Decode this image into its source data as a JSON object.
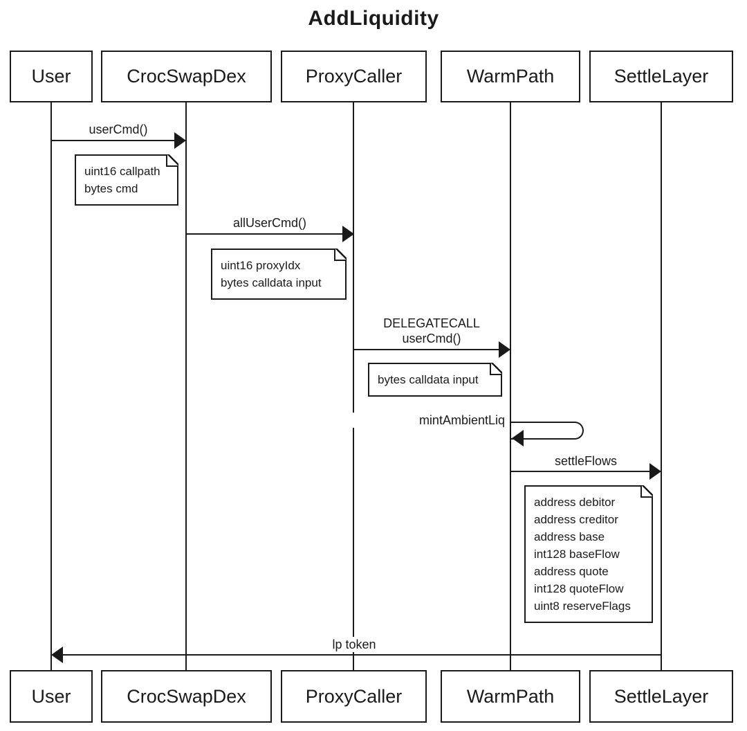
{
  "diagram": {
    "title": "AddLiquidity",
    "type": "uml-sequence-diagram"
  },
  "participants": [
    {
      "name": "User"
    },
    {
      "name": "CrocSwapDex"
    },
    {
      "name": "ProxyCaller"
    },
    {
      "name": "WarmPath"
    },
    {
      "name": "SettleLayer"
    }
  ],
  "messages": [
    {
      "label": "userCmd()",
      "from": "User",
      "to": "CrocSwapDex",
      "kind": "call"
    },
    {
      "label": "allUserCmd()",
      "from": "CrocSwapDex",
      "to": "ProxyCaller",
      "kind": "call"
    },
    {
      "label": "DELEGATECALL\nuserCmd()",
      "from": "ProxyCaller",
      "to": "WarmPath",
      "kind": "call"
    },
    {
      "label": "mintAmbientLiq",
      "from": "WarmPath",
      "to": "WarmPath",
      "kind": "self-call"
    },
    {
      "label": "settleFlows",
      "from": "WarmPath",
      "to": "SettleLayer",
      "kind": "call"
    },
    {
      "label": "lp token",
      "from": "SettleLayer",
      "to": "User",
      "kind": "return"
    }
  ],
  "notes": [
    {
      "attached_to": "userCmd()",
      "text": "uint16 callpath\nbytes cmd"
    },
    {
      "attached_to": "allUserCmd()",
      "text": "uint16 proxyIdx\nbytes calldata input"
    },
    {
      "attached_to": "DELEGATECALL userCmd()",
      "text": "bytes calldata input"
    },
    {
      "attached_to": "settleFlows",
      "text": "address debitor\naddress creditor\naddress base\nint128 baseFlow\naddress quote\nint128 quoteFlow\nuint8 reserveFlags"
    }
  ],
  "colors": {
    "line": "#1a1a1a",
    "text": "#1a1a1a",
    "background": "#ffffff"
  }
}
